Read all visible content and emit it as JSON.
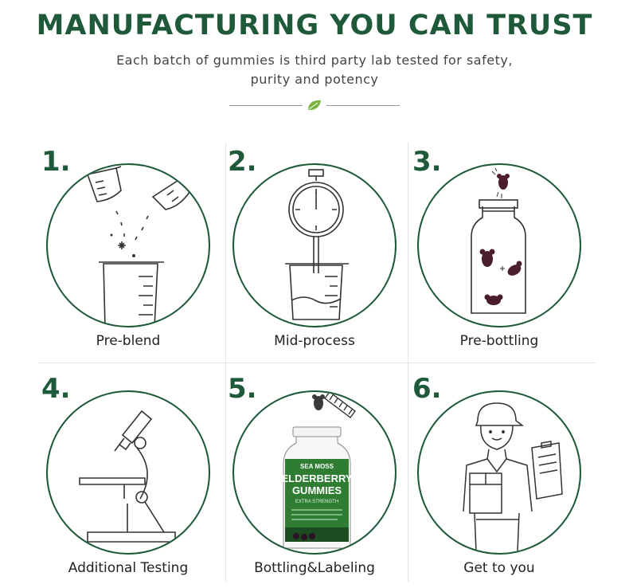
{
  "header": {
    "title": "MANUFACTURING YOU CAN TRUST",
    "subtitle_line1": "Each batch of gummies is third party lab tested for safety,",
    "subtitle_line2": "purity and potency"
  },
  "steps": [
    {
      "number": "1.",
      "label": "Pre-blend",
      "icon": "beakers-pouring-icon"
    },
    {
      "number": "2.",
      "label": "Mid-process",
      "icon": "stopwatch-beaker-icon"
    },
    {
      "number": "3.",
      "label": "Pre-bottling",
      "icon": "bottle-gummies-icon"
    },
    {
      "number": "4.",
      "label": "Additional Testing",
      "icon": "microscope-icon"
    },
    {
      "number": "5.",
      "label": "Bottling&Labeling",
      "icon": "labeled-bottle-icon"
    },
    {
      "number": "6.",
      "label": "Get to you",
      "icon": "delivery-person-icon"
    }
  ],
  "bottle_label": {
    "brand": "SEA MOSS",
    "line1": "ELDERBERRY",
    "line2": "GUMMIES",
    "tagline": "EXTRA STRENGTH"
  },
  "colors": {
    "accent": "#1e5a3a",
    "leaf": "#7cb342",
    "gummy": "#4a1d2f",
    "label_green": "#2e7d32"
  }
}
